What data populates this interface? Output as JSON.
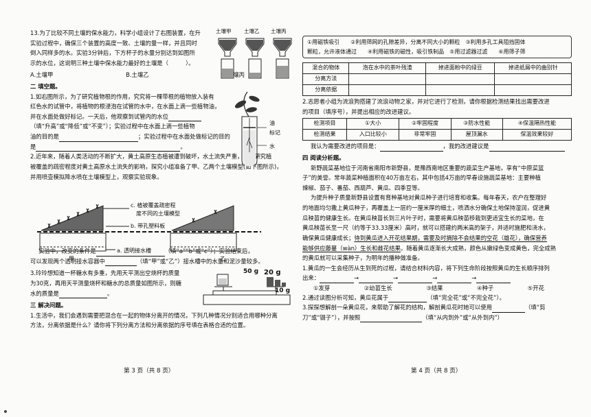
{
  "left": {
    "q13": {
      "line1": "13.为了比较不同土壤的保水能力，科学小组设计了右图装置，在升",
      "line2": "实验过程中，确保三个装置的高度一致、土壤的量一样，并且同时",
      "line3": "倒入同样多的水。实验3分钟后，下方杯子的水量分别达到如图所",
      "line4": "示的水位，这说明三种土壤中保水能力最好的土壤是（　　　）。",
      "labels": [
        "土壤甲",
        "土壤乙",
        "土壤丙"
      ],
      "options": [
        "A.土壤甲",
        "B.土壤乙",
        "C.土壤丙"
      ]
    },
    "sec2": {
      "title": "二 填空题。",
      "q1": {
        "line1": "1.如右图所示，为了研究植物根的作用，究究将一棵带根的植物放入装有",
        "line2": "红色水的试管中，将植物的根浸泡在试管的水中，在水面上滴一些植物油，",
        "line3": "并在水面处做好标记。一天后，他观察到试管内的水位",
        "line4": "（填“升高”或“降低”或“不变”）；实验过程中在水面上滴一些植物",
        "line5": "油的目的是",
        "line6": "；实验过程中在水面处做标记的目的",
        "line7": "是",
        "line8": "。",
        "fig_labels": [
          "油",
          "标记",
          "水"
        ]
      },
      "q2": {
        "line1": "2.近年来，随着人类活动的不断扩大，黄土高原生态植被遭到破坏，水土流失严重，为了研究植",
        "line2": "被覆盖的疏密程度对黄土高原水土流失的影响，探究小组准备了甲、乙两个土壤模型(如下图所示)，",
        "line3": "并用喷壶模拟降水喷在土壤模型上，观察实验现象。",
        "fig_c": "c. 植被覆盖疏密程",
        "fig_c2": "度不同的土壤模型",
        "fig_b": "b. 带孔塑料板",
        "fig_a": "a. 透明接水槽",
        "fig_jia": "甲",
        "fig_yi": "乙",
        "line4": "实验中，改变的条件是",
        "line4b": "（填“a”“b”或“c”）；实验结束后，",
        "line5": "可以发现两个透明接水容器中",
        "line5b": "（填“甲”或“乙”）接水槽中的水量和泥沙量较多。"
      },
      "q3": {
        "line1": "3.玲玲想知道一杯糖水有多重，先用天平测出空烧杯的质量",
        "line2": "为30克，再用天平测量烧杯和糖水的总质量如图所示，则糖",
        "line3": "水的质量是",
        "line3b": "。",
        "weights": [
          "50 g",
          "20 g",
          "10 g"
        ]
      }
    },
    "sec3": {
      "title": "三 解决问题。",
      "line1": "1.生活中，我们会遇到需要把混合在一起的物体分离开的情况，下列几种情况分别适合用哪种分离",
      "line2": "方法，分离依据是什么？请你将下列分离方法和分离依据的序号填在表格合适的位置。"
    },
    "footer": "第 3 页（共 8 页）"
  },
  "right": {
    "methods": {
      "line1": "①用磁铁吸引　　②利用筛网的孔隙差异，分离不同大小的颗粒　③利用多孔工具阻挡固体",
      "line2": "颗粒，允许液体通过　　④利用磁铁的磁性，吸引铁制品　⑤用过滤器过滤　　⑥用筛子筛"
    },
    "table1": {
      "headers": [
        "混合的物体",
        "泡在水中的茶叶残渣",
        "掉进面粉中的绿豆",
        "掉进纸屑中的曲别针"
      ],
      "row_labels": [
        "分离方法",
        "分离依据"
      ]
    },
    "q2": {
      "line1": "2.志愿者小组为流浪狗搭建了流浪动物之家，并对它进行了检测，请你根据检测结果找出需要改进",
      "line2": "的项目（填序号），并提出相应的改进建议。",
      "headers": [
        "检测项目",
        "①大小",
        "②牢固程度",
        "③防水性能",
        "④保温隔热性能"
      ],
      "results": [
        "检测结果",
        "入口比较小",
        "非常牢固",
        "屋顶漏水",
        "保温效果较好"
      ],
      "line3": "我认为需要改进的项目是：",
      "line3b": "，我的改进建议是"
    },
    "sec4": {
      "title": "四 阅读分析题。",
      "p1_1": "新野蔬菜基地位于河南省南阳市新野县，是豫西南地区重要的蔬菜生产基地，享有“中原菜篮",
      "p1_2": "子”的美誉。常年蔬菜种植面积在40万亩左右，其中包括4万亩的早春设施蔬菜基地：主要种植",
      "p1_3": "辣椒、茄子、番茄、西葫芦、黄瓜、四季豆等。",
      "p2_1": "为提升种子质量新野县设置有育种基地对黄瓜种子进行培育和收集。每年春天，农户在整理好",
      "p2_2": "的地面均匀撒上黄瓜种子，再覆盖上一层约一厘米厚的细土，喷洒水分确保土地保持湿润，促进黄",
      "p2_3": "瓜秧苗的健康生长。在黄瓜秧苗长到三片叶子时，需要将黄瓜秧苗移栽到更适宜生长的菜地，在",
      "p2_4": "黄瓜秧苗长至一尺（约等于33.33厘米）高时，就可以搭建约两米高的架子，并适时施肥和浇水，",
      "p2_5": "确保黄瓜健康成长；",
      "p2_5u": "待到黄瓜进入开花结果期，需要及时摘除不会结果的空花（雄花），确保营养",
      "p2_6u": "能够供应藤蔓（wàn）生长和雌花结果",
      "p2_6": "。随着黄瓜逐渐长大成熟，颜色从嫩绿色变成黄色，完全成熟",
      "p2_7": "的黄瓜就可以采集种子，为明年的播种做准备。",
      "q1_1": "1.黄瓜的一生会经历从生到死的过程，请结合材料内容，将下列生命阶段按照黄瓜的生长顺序排列",
      "q1_2": "出来：",
      "q1_opts": [
        "①发芽",
        "②幼苗生长",
        "③结果",
        "④种子",
        "⑤开花"
      ],
      "q2": "2.通过读图分析可知，黄瓜花属于",
      "q2b": "（填“完全花”或“不完全花”）。",
      "q3_1": "3.探探想解剖一朵黄瓜花，来帮助了解花的结构，解剖黄瓜花时她可以使用",
      "q3_1b": "（填“剪",
      "q3_2": "刀”或“镊子”），并按照",
      "q3_2b": "（填“从内到外”或“从外到内”）"
    },
    "footer": "第 4 页（共 8 页）"
  }
}
